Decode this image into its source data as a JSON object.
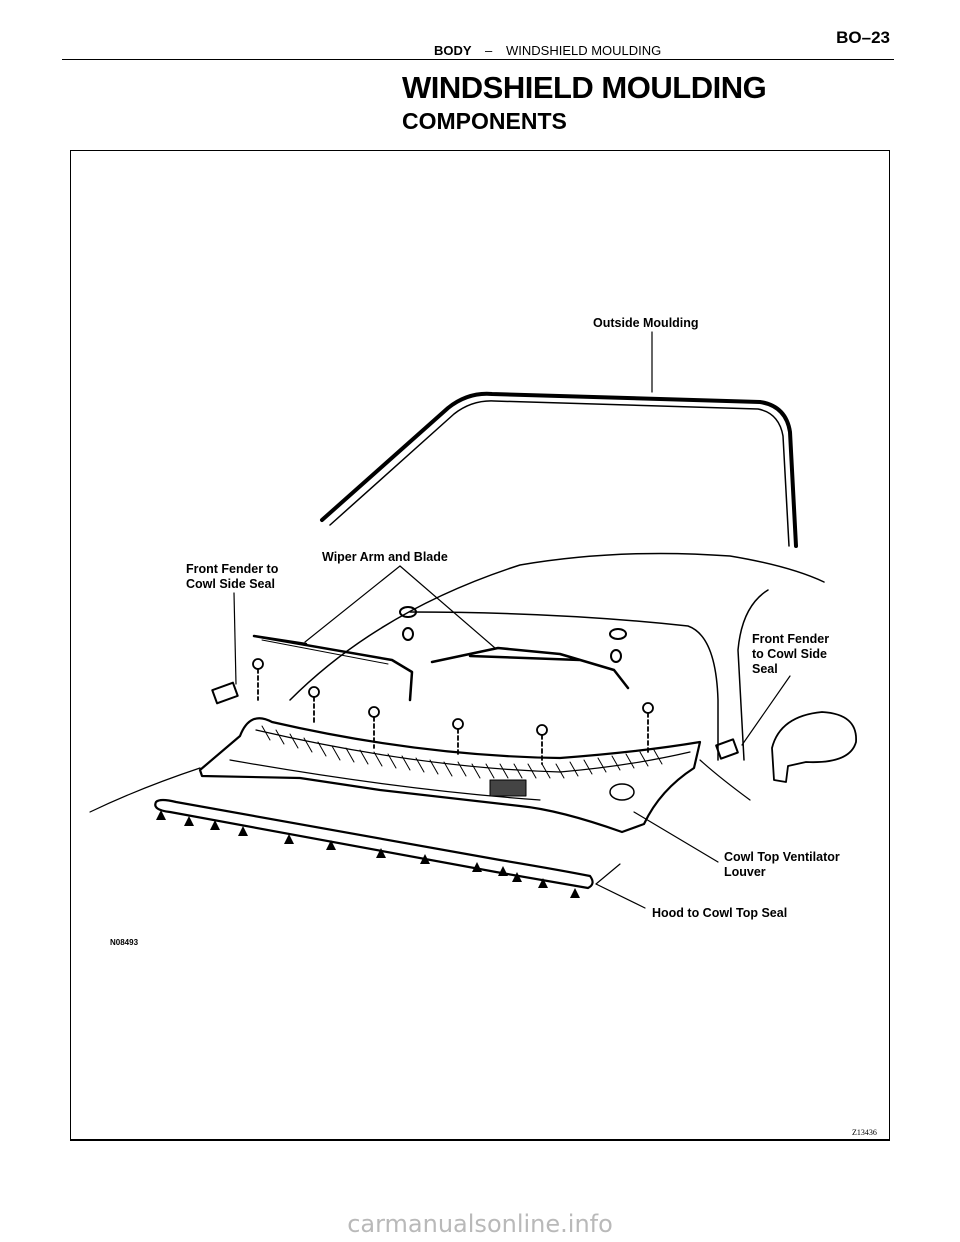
{
  "header": {
    "section": "BODY",
    "separator": "–",
    "subsection": "WINDSHIELD MOULDING",
    "page": "BO–23"
  },
  "title": "WINDSHIELD MOULDING",
  "subtitle": "COMPONENTS",
  "figure": {
    "labels": {
      "outside_moulding": "Outside Moulding",
      "wiper_arm_blade": "Wiper Arm and Blade",
      "fender_seal_left": "Front Fender to\nCowl Side Seal",
      "fender_seal_right": "Front Fender\nto Cowl Side\nSeal",
      "cowl_louver": "Cowl Top Ventilator\nLouver",
      "hood_seal": "Hood to Cowl Top Seal"
    },
    "code_left": "N08493",
    "code_corner": "Z13436"
  },
  "watermark": "carmanualsonline.info"
}
